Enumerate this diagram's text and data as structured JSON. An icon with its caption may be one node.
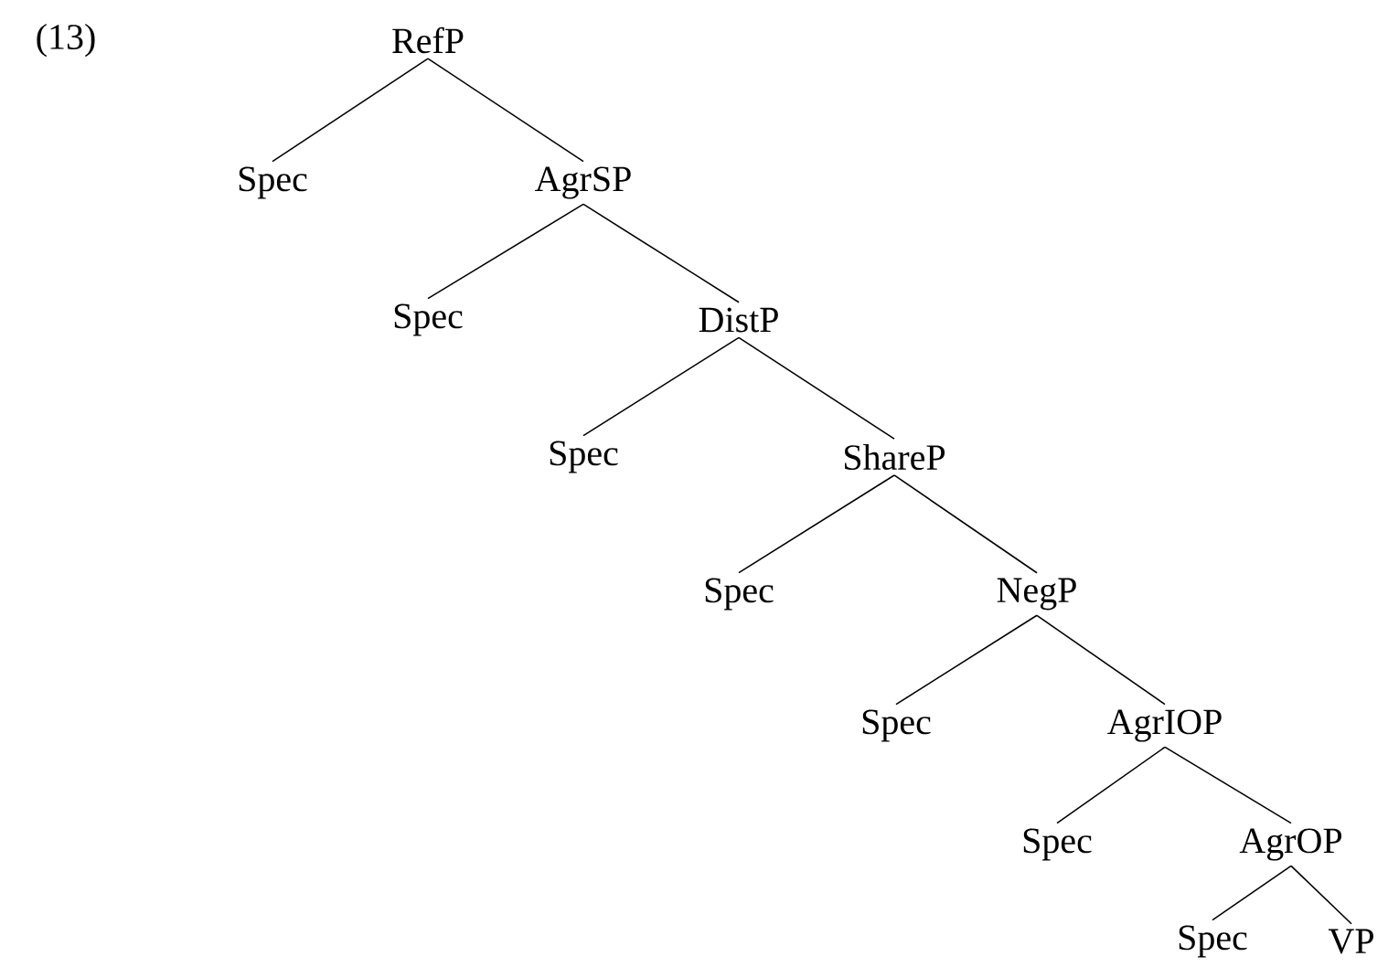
{
  "diagram": {
    "nodes": [
      {
        "text": [
          "RefP"
        ]
      },
      {
        "text": [
          "Spec"
        ]
      },
      {
        "text": [
          "AgrSP"
        ]
      },
      {
        "text": [
          "Spec"
        ]
      },
      {
        "text": [
          "DistP"
        ]
      },
      {
        "text": [
          "Spec"
        ]
      },
      {
        "text": [
          "ShareP"
        ]
      },
      {
        "text": [
          "Spec"
        ]
      },
      {
        "text": [
          "NegP"
        ]
      },
      {
        "text": [
          "Spec"
        ]
      },
      {
        "text": [
          "AgrIOP"
        ]
      },
      {
        "text": [
          "Spec"
        ]
      },
      {
        "text": [
          "AgrOP"
        ]
      },
      {
        "text": [
          "Spec"
        ]
      },
      {
        "text": [
          "VP"
        ]
      }
    ],
    "edges": [
      {
        "from": 0,
        "to": 1,
        "arrow": "none"
      },
      {
        "from": 0,
        "to": 2,
        "arrow": "none"
      },
      {
        "from": 2,
        "to": 3,
        "arrow": "none"
      },
      {
        "from": 2,
        "to": 4,
        "arrow": "none"
      },
      {
        "from": 4,
        "to": 5,
        "arrow": "none"
      },
      {
        "from": 4,
        "to": 6,
        "arrow": "none"
      },
      {
        "from": 6,
        "to": 7,
        "arrow": "none"
      },
      {
        "from": 6,
        "to": 8,
        "arrow": "none"
      },
      {
        "from": 8,
        "to": 9,
        "arrow": "none"
      },
      {
        "from": 8,
        "to": 10,
        "arrow": "none"
      },
      {
        "from": 10,
        "to": 11,
        "arrow": "none"
      },
      {
        "from": 10,
        "to": 12,
        "arrow": "none"
      },
      {
        "from": 12,
        "to": 13,
        "arrow": "none"
      },
      {
        "from": 12,
        "to": 14,
        "arrow": "none"
      }
    ],
    "labels": [
      "(13)"
    ]
  }
}
